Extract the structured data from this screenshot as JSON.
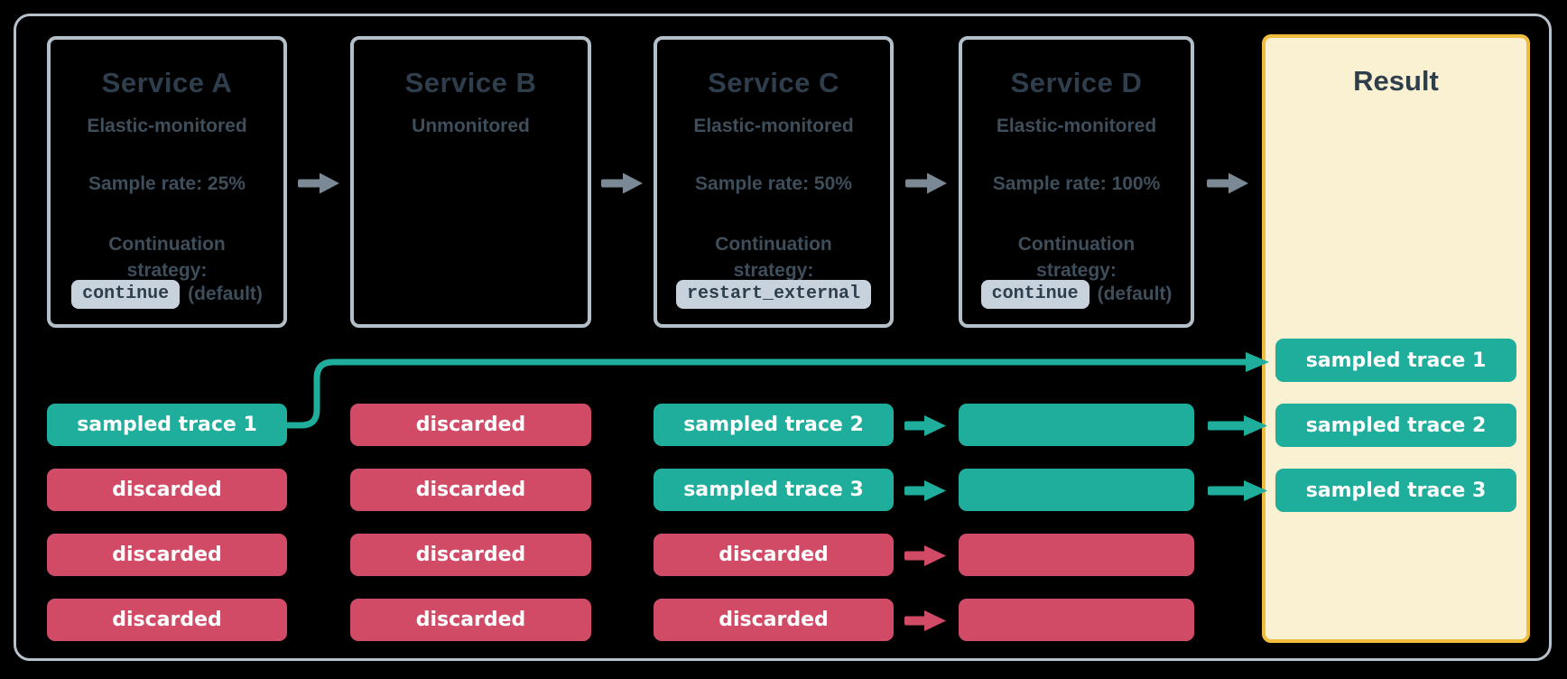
{
  "diagram": {
    "services": [
      {
        "name": "Service A",
        "monitoring": "Elastic-monitored",
        "sample_rate": "Sample rate: 25%",
        "continuation_line1": "Continuation",
        "continuation_line2": "strategy:",
        "badge": "continue",
        "badge_suffix": "(default)",
        "traces": [
          {
            "label": "sampled trace 1",
            "type": "sampled"
          },
          {
            "label": "discarded",
            "type": "discarded"
          },
          {
            "label": "discarded",
            "type": "discarded"
          },
          {
            "label": "discarded",
            "type": "discarded"
          }
        ]
      },
      {
        "name": "Service B",
        "monitoring": "Unmonitored",
        "traces": [
          {
            "label": "discarded",
            "type": "discarded"
          },
          {
            "label": "discarded",
            "type": "discarded"
          },
          {
            "label": "discarded",
            "type": "discarded"
          },
          {
            "label": "discarded",
            "type": "discarded"
          }
        ]
      },
      {
        "name": "Service C",
        "monitoring": "Elastic-monitored",
        "sample_rate": "Sample rate: 50%",
        "continuation_line1": "Continuation",
        "continuation_line2": "strategy:",
        "badge": "restart_external",
        "badge_suffix": "",
        "traces": [
          {
            "label": "sampled trace 2",
            "type": "sampled"
          },
          {
            "label": "sampled trace 3",
            "type": "sampled"
          },
          {
            "label": "discarded",
            "type": "discarded"
          },
          {
            "label": "discarded",
            "type": "discarded"
          }
        ]
      },
      {
        "name": "Service D",
        "monitoring": "Elastic-monitored",
        "sample_rate": "Sample rate: 100%",
        "continuation_line1": "Continuation",
        "continuation_line2": "strategy:",
        "badge": "continue",
        "badge_suffix": "(default)",
        "traces": [
          {
            "label": "",
            "type": "sampled"
          },
          {
            "label": "",
            "type": "sampled"
          },
          {
            "label": "",
            "type": "discarded"
          },
          {
            "label": "",
            "type": "discarded"
          }
        ]
      }
    ],
    "result": {
      "title": "Result",
      "traces": [
        {
          "label": "sampled trace 1",
          "type": "sampled"
        },
        {
          "label": "sampled trace 2",
          "type": "sampled"
        },
        {
          "label": "sampled trace 3",
          "type": "sampled"
        }
      ]
    },
    "palette": {
      "sampled_teal": "#1FAD9C",
      "discarded_red": "#D24B66",
      "result_bg": "#FAF1D3",
      "result_border": "#F1BD3E",
      "box_border": "#B3BFC9",
      "title_text": "#2E3E4C",
      "body_text": "#3E4E5B",
      "badge_bg": "#C8D2DC",
      "arrow_grey": "#7A8995",
      "background": "#000000"
    }
  }
}
